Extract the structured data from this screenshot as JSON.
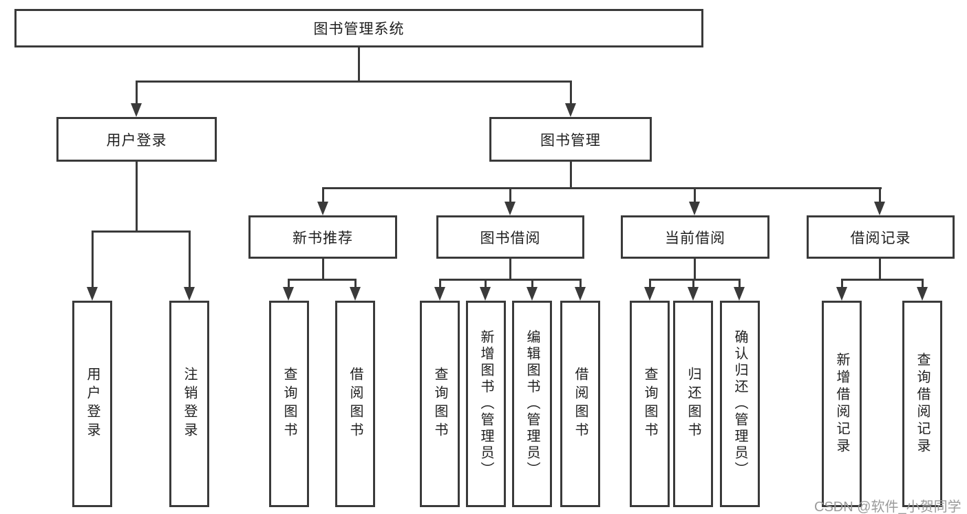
{
  "diagram": {
    "root": {
      "label": "图书管理系统"
    },
    "branches": [
      {
        "label": "用户登录",
        "children": [
          {
            "label": "用户登录"
          },
          {
            "label": "注销登录"
          }
        ]
      },
      {
        "label": "图书管理",
        "children": [
          {
            "label": "新书推荐",
            "children": [
              {
                "label": "查询图书"
              },
              {
                "label": "借阅图书"
              }
            ]
          },
          {
            "label": "图书借阅",
            "children": [
              {
                "label": "查询图书"
              },
              {
                "label": "新增图书（管理员）"
              },
              {
                "label": "编辑图书（管理员）"
              },
              {
                "label": "借阅图书"
              }
            ]
          },
          {
            "label": "当前借阅",
            "children": [
              {
                "label": "查询图书"
              },
              {
                "label": "归还图书"
              },
              {
                "label": "确认归还（管理员）"
              }
            ]
          },
          {
            "label": "借阅记录",
            "children": [
              {
                "label": "新增借阅记录"
              },
              {
                "label": "查询借阅记录"
              }
            ]
          }
        ]
      }
    ]
  },
  "watermark": {
    "text": "CSDN @软件_小贺同学"
  },
  "colors": {
    "line": "#3a3a3a",
    "text": "#1f1f1f",
    "watermark": "#9b9b9b",
    "background": "#ffffff"
  }
}
